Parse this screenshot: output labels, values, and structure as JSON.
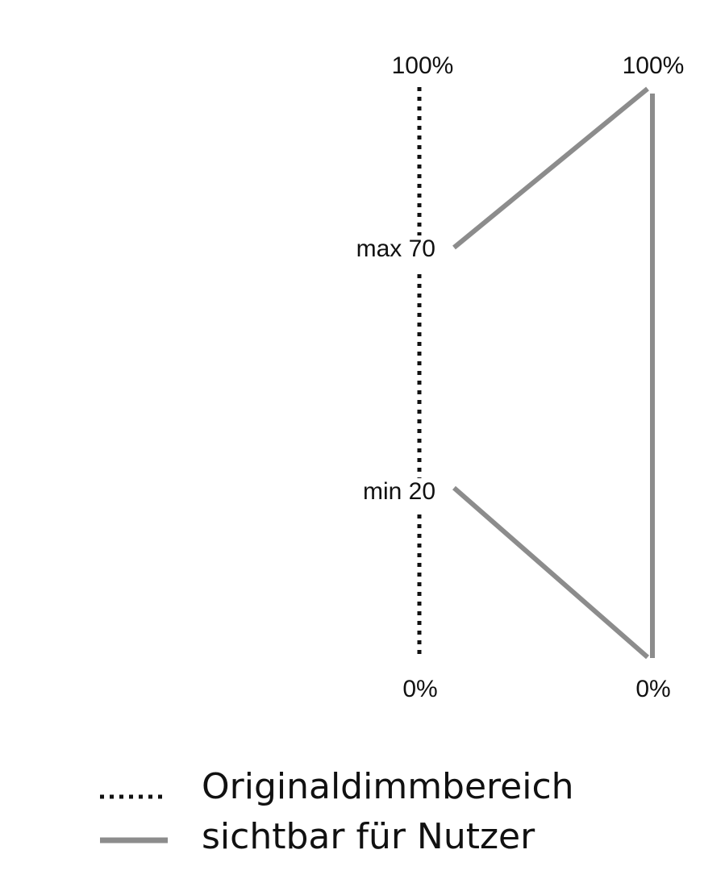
{
  "original_axis": {
    "top_label": "100%",
    "bottom_label": "0%",
    "max_label": "max 70",
    "min_label": "min 20",
    "max_value": 70,
    "min_value": 20
  },
  "user_axis": {
    "top_label": "100%",
    "bottom_label": "0%"
  },
  "legend": {
    "original_label": "Originaldimmbereich",
    "user_label": "sichtbar für Nutzer"
  },
  "colors": {
    "dotted_line": "#111111",
    "user_line": "#8c8c8c",
    "text": "#111111"
  }
}
